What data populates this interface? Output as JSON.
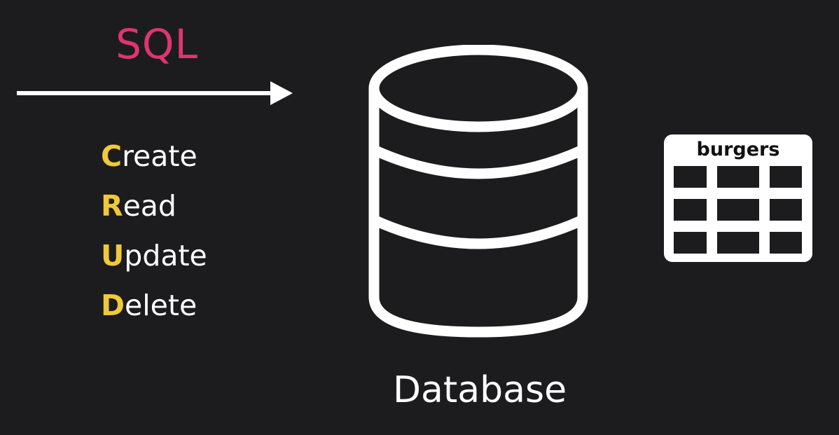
{
  "diagram": {
    "query_language": {
      "label": "SQL",
      "color": "#e0356f"
    },
    "crud": {
      "accent_color": "#f0c93a",
      "items": [
        {
          "initial": "C",
          "rest": "reate"
        },
        {
          "initial": "R",
          "rest": "ead"
        },
        {
          "initial": "U",
          "rest": "pdate"
        },
        {
          "initial": "D",
          "rest": "elete"
        }
      ]
    },
    "database": {
      "label": "Database",
      "icon": "database-cylinder-icon"
    },
    "table": {
      "name": "burgers",
      "rows": 3,
      "columns": 3,
      "icon": "table-grid-icon"
    },
    "arrow_icon": "right-arrow-icon",
    "colors": {
      "background": "#1c1c1e",
      "foreground": "#ffffff"
    }
  }
}
